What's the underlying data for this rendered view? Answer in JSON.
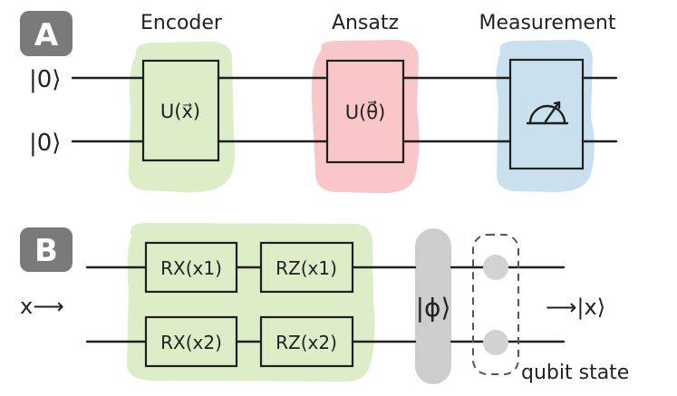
{
  "panel_a": {
    "badge": "A",
    "input_states": [
      "|0⟩",
      "|0⟩"
    ],
    "stages": [
      {
        "heading": "Encoder",
        "gate": "U(x⃗)",
        "color": "#dcedc8"
      },
      {
        "heading": "Ansatz",
        "gate": "U(θ⃗)",
        "color": "#f9c7c7"
      },
      {
        "heading": "Measurement",
        "gate": "meter-icon",
        "color": "#c9e1ee"
      }
    ]
  },
  "panel_b": {
    "badge": "B",
    "input_label": "x⟶",
    "encoding_color": "#dcedc8",
    "gates_row1": [
      "RX(x1)",
      "RZ(x1)"
    ],
    "gates_row2": [
      "RX(x2)",
      "RZ(x2)"
    ],
    "state_label": "|ϕ⟩",
    "state_bar_color": "#cdcdcd",
    "qubit_color": "#d2d2d2",
    "qubit_note": "qubit state",
    "output_label": "⟶|x⟩"
  },
  "colors": {
    "badge": "#7a7a7a",
    "line": "#1f1f1f"
  }
}
